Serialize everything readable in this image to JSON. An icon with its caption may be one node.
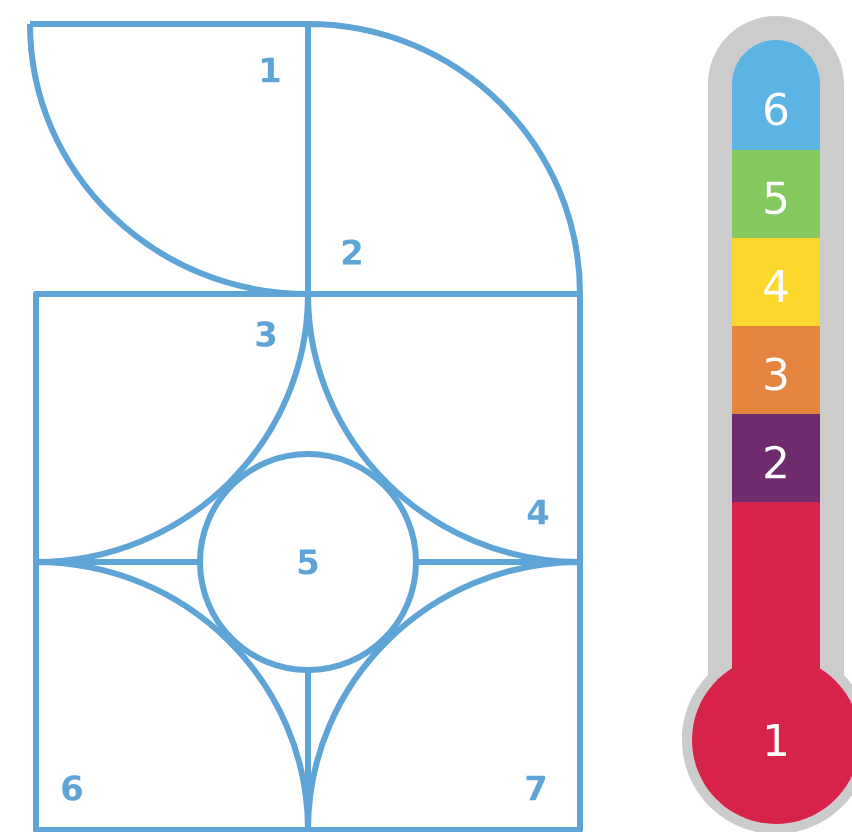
{
  "diagram": {
    "nodes": [
      {
        "text": [
          "5"
        ]
      },
      {
        "text": [
          "6"
        ]
      },
      {
        "text": [
          "5"
        ]
      },
      {
        "text": [
          "4"
        ]
      },
      {
        "text": [
          "3"
        ]
      },
      {
        "text": [
          "2"
        ]
      },
      {
        "text": [
          "1"
        ]
      }
    ],
    "labels": [
      "1",
      "2",
      "3",
      "4",
      "6",
      "7"
    ]
  }
}
